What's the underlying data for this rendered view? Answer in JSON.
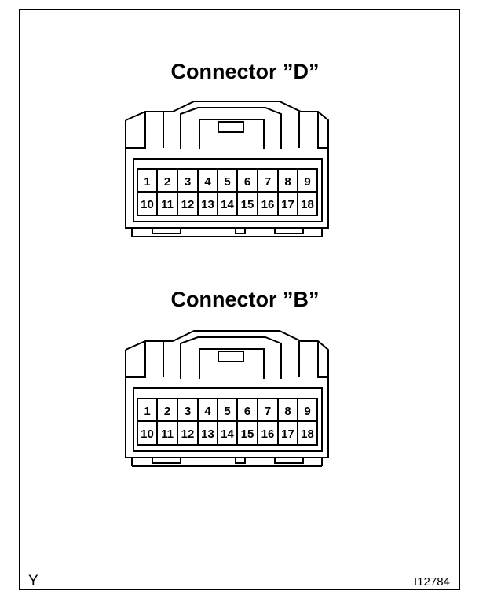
{
  "connectors": [
    {
      "title": "Connector ”D”",
      "row1": [
        "1",
        "2",
        "3",
        "4",
        "5",
        "6",
        "7",
        "8",
        "9"
      ],
      "row2": [
        "10",
        "11",
        "12",
        "13",
        "14",
        "15",
        "16",
        "17",
        "18"
      ]
    },
    {
      "title": "Connector ”B”",
      "row1": [
        "1",
        "2",
        "3",
        "4",
        "5",
        "6",
        "7",
        "8",
        "9"
      ],
      "row2": [
        "10",
        "11",
        "12",
        "13",
        "14",
        "15",
        "16",
        "17",
        "18"
      ]
    }
  ],
  "corner_left": "Y",
  "figure_id": "I12784"
}
